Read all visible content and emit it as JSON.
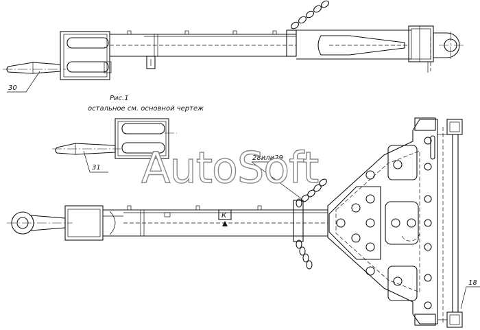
{
  "caption": {
    "figure": "Рис.1",
    "note": "остальное см. основной чертеж"
  },
  "callouts": {
    "top_left": "30",
    "fig_detail": "31",
    "chain": "28или29",
    "right_bracket": "18",
    "marker": "К"
  },
  "watermark": "AutoSoft"
}
